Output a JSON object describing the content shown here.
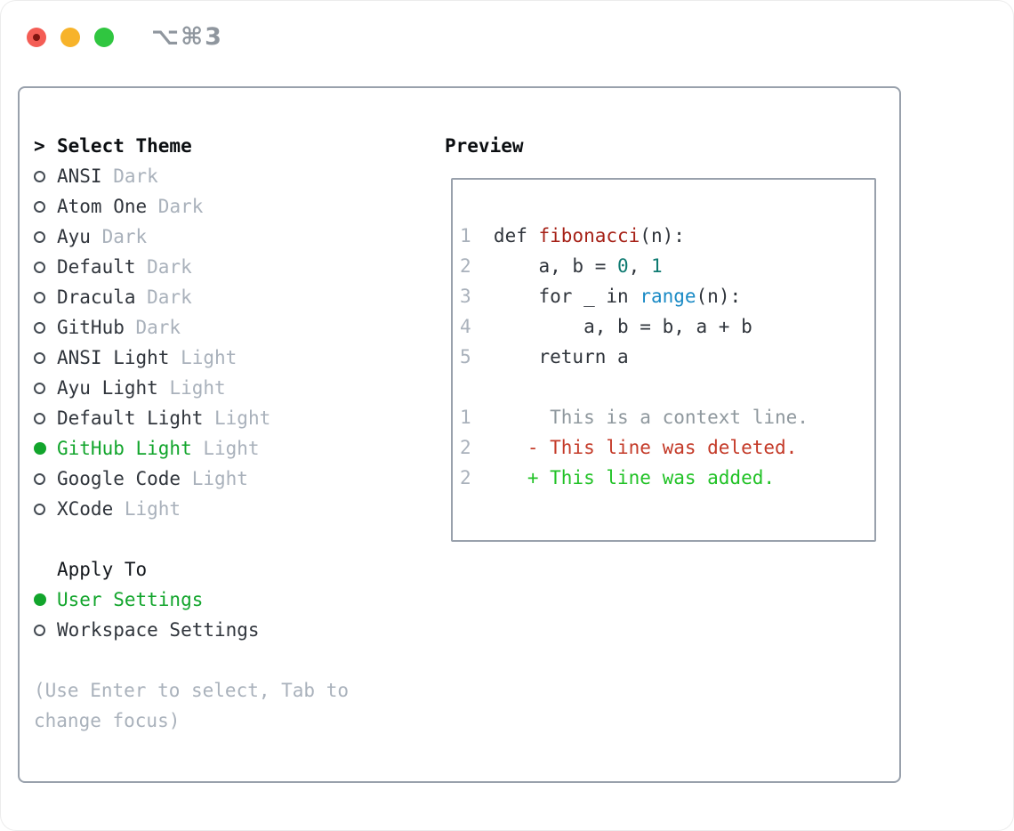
{
  "titlebar": {
    "title": "⌥⌘3"
  },
  "colors": {
    "accent_green": "#12a52c",
    "added_green": "#21c226",
    "deleted_red": "#c43a28",
    "function_red": "#a62117",
    "builtin_blue": "#1a8ac5",
    "number_teal": "#0e7a71",
    "text_primary": "#30353c",
    "text_muted": "#a9b1bb",
    "text_context": "#8f989e",
    "border": "#99a1ac",
    "radio_outline": "#434a52",
    "traffic_red": "#f45d55",
    "traffic_red_dot": "#801510",
    "traffic_yellow": "#f7b32a",
    "traffic_green": "#30c640",
    "title_gray": "#8f969e"
  },
  "left": {
    "cursor": ">",
    "title": "Select Theme",
    "themes": [
      {
        "name": "ANSI",
        "variant": "Dark",
        "selected": false
      },
      {
        "name": "Atom One",
        "variant": "Dark",
        "selected": false
      },
      {
        "name": "Ayu",
        "variant": "Dark",
        "selected": false
      },
      {
        "name": "Default",
        "variant": "Dark",
        "selected": false
      },
      {
        "name": "Dracula",
        "variant": "Dark",
        "selected": false
      },
      {
        "name": "GitHub",
        "variant": "Dark",
        "selected": false
      },
      {
        "name": "ANSI Light",
        "variant": "Light",
        "selected": false
      },
      {
        "name": "Ayu Light",
        "variant": "Light",
        "selected": false
      },
      {
        "name": "Default Light",
        "variant": "Light",
        "selected": false
      },
      {
        "name": "GitHub Light",
        "variant": "Light",
        "selected": true
      },
      {
        "name": "Google Code",
        "variant": "Light",
        "selected": false
      },
      {
        "name": "XCode",
        "variant": "Light",
        "selected": false
      }
    ],
    "apply_title": "Apply To",
    "apply_options": [
      {
        "label": "User Settings",
        "selected": true
      },
      {
        "label": "Workspace Settings",
        "selected": false
      }
    ],
    "help": "(Use Enter to select, Tab to change focus)"
  },
  "preview": {
    "label": "Preview",
    "lines": [
      {
        "num": "1",
        "segments": [
          {
            "text": "def ",
            "style": "keyword"
          },
          {
            "text": "fibonacci",
            "style": "function"
          },
          {
            "text": "(n):",
            "style": "plain"
          }
        ]
      },
      {
        "num": "2",
        "segments": [
          {
            "text": "    a, b = ",
            "style": "plain"
          },
          {
            "text": "0",
            "style": "number"
          },
          {
            "text": ", ",
            "style": "plain"
          },
          {
            "text": "1",
            "style": "number"
          }
        ]
      },
      {
        "num": "3",
        "segments": [
          {
            "text": "    ",
            "style": "plain"
          },
          {
            "text": "for ",
            "style": "keyword"
          },
          {
            "text": "_ ",
            "style": "plain"
          },
          {
            "text": "in ",
            "style": "keyword"
          },
          {
            "text": "range",
            "style": "builtin"
          },
          {
            "text": "(n):",
            "style": "plain"
          }
        ]
      },
      {
        "num": "4",
        "segments": [
          {
            "text": "        a, b = b, a + b",
            "style": "plain"
          }
        ]
      },
      {
        "num": "5",
        "segments": [
          {
            "text": "    ",
            "style": "plain"
          },
          {
            "text": "return ",
            "style": "keyword"
          },
          {
            "text": "a",
            "style": "plain"
          }
        ]
      },
      {
        "num": "",
        "segments": []
      },
      {
        "num": "1",
        "segments": [
          {
            "text": "     This is a context line.",
            "style": "context"
          }
        ]
      },
      {
        "num": "2",
        "segments": [
          {
            "text": "   - This line was deleted.",
            "style": "deleted"
          }
        ]
      },
      {
        "num": "2",
        "segments": [
          {
            "text": "   + This line was added.",
            "style": "added"
          }
        ]
      }
    ]
  }
}
